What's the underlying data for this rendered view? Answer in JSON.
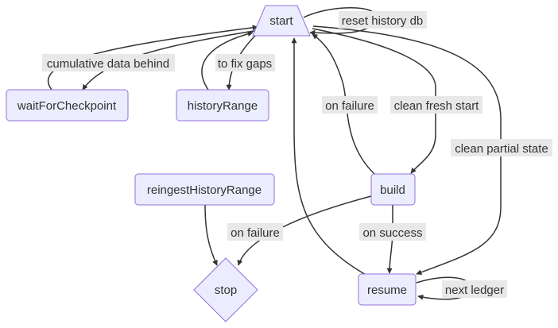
{
  "nodes": {
    "start": "start",
    "wait_for_checkpoint": "waitForCheckpoint",
    "history_range": "historyRange",
    "reingest_history_range": "reingestHistoryRange",
    "build": "build",
    "stop": "stop",
    "resume": "resume"
  },
  "edges": {
    "reset_history_db": "reset history db",
    "cumulative_data_behind": "cumulative data behind",
    "to_fix_gaps": "to fix gaps",
    "on_failure_build_start": "on failure",
    "clean_fresh_start": "clean fresh start",
    "clean_partial_state": "clean partial state",
    "on_failure_build_stop": "on failure",
    "on_success": "on success",
    "next_ledger": "next ledger"
  }
}
